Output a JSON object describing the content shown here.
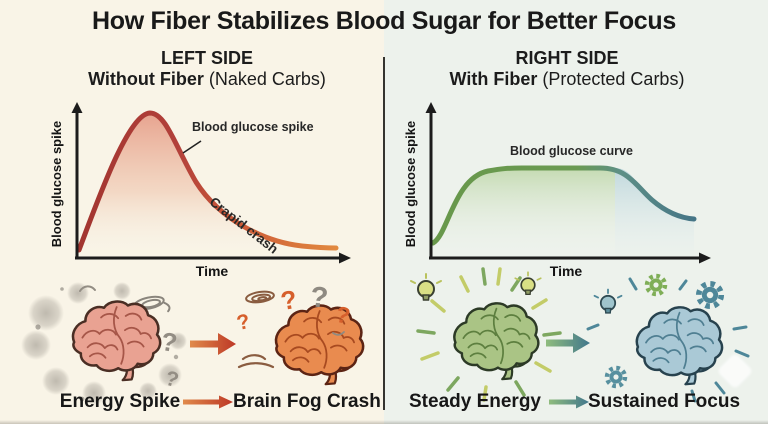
{
  "title": "How Fiber Stabilizes Blood Sugar for Better Focus",
  "icons": {
    "question_mark": "?"
  },
  "colors": {
    "left_bg": "#f9f4e7",
    "right_bg": "#edf2ec",
    "spike_red": "#b23a30",
    "crash_orange": "#e08440",
    "steady_green": "#68984b",
    "focus_teal": "#457586"
  },
  "left_panel": {
    "heading": "LEFT SIDE",
    "subheading_bold": "Without Fiber",
    "subheading_rest": " (Naked Carbs)",
    "chart": {
      "type": "area",
      "ylabel": "Blood glucose spike",
      "xlabel": "Time",
      "annotation_peak": "Blood glucose spike",
      "annotation_fall": "Crapid crash",
      "shape": "steep spike to a sharp peak followed by a rapid crash that flattens near baseline",
      "x": [
        0,
        1,
        2,
        3,
        4,
        5,
        6,
        7,
        8,
        9,
        10
      ],
      "y": [
        5,
        35,
        75,
        100,
        82,
        55,
        33,
        18,
        10,
        7,
        6
      ]
    },
    "flow": {
      "from": "Energy Spike",
      "to": "Brain Fog Crash"
    }
  },
  "right_panel": {
    "heading": "RIGHT SIDE",
    "subheading_bold": "With Fiber",
    "subheading_rest": " (Protected Carbs)",
    "chart": {
      "type": "area",
      "ylabel": "Blood glucose spike",
      "xlabel": "Time",
      "annotation_curve": "Blood glucose curve",
      "shape": "gentle rise to a long flat plateau followed by a gentle decline",
      "x": [
        0,
        1,
        2,
        3,
        4,
        5,
        6,
        7,
        8,
        9,
        10
      ],
      "y": [
        10,
        32,
        52,
        60,
        62,
        62,
        62,
        62,
        55,
        44,
        40
      ]
    },
    "flow": {
      "from": "Steady Energy",
      "to": "Sustained Focus"
    }
  }
}
